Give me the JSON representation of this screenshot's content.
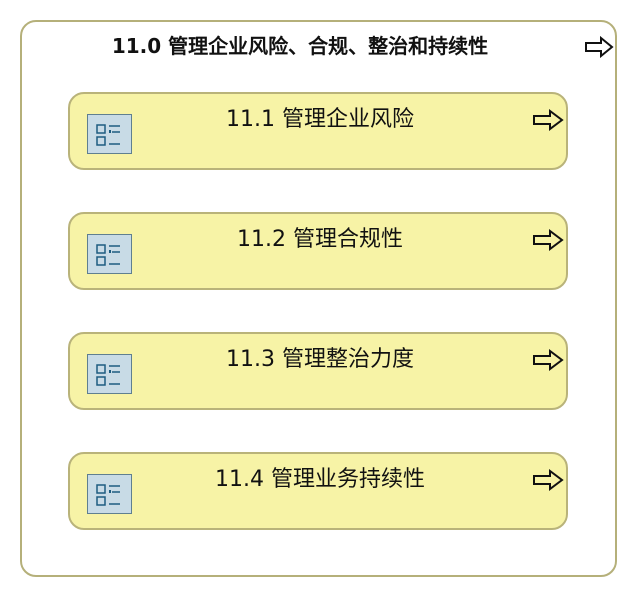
{
  "diagram": {
    "title": "11.0 管理企业风险、合规、整治和持续性",
    "title_icon": "arrow-right-icon",
    "items": [
      {
        "label": "11.1 管理企业风险",
        "icon": "list-icon",
        "arrow_icon": "arrow-right-icon"
      },
      {
        "label": "11.2 管理合规性",
        "icon": "list-icon",
        "arrow_icon": "arrow-right-icon"
      },
      {
        "label": "11.3 管理整治力度",
        "icon": "list-icon",
        "arrow_icon": "arrow-right-icon"
      },
      {
        "label": "11.4 管理业务持续性",
        "icon": "list-icon",
        "arrow_icon": "arrow-right-icon"
      }
    ],
    "colors": {
      "card_fill": "#f7f3a6",
      "card_border": "#b9b37a",
      "container_border": "#b5b07a",
      "icon_fill": "#c8dbe6"
    }
  }
}
